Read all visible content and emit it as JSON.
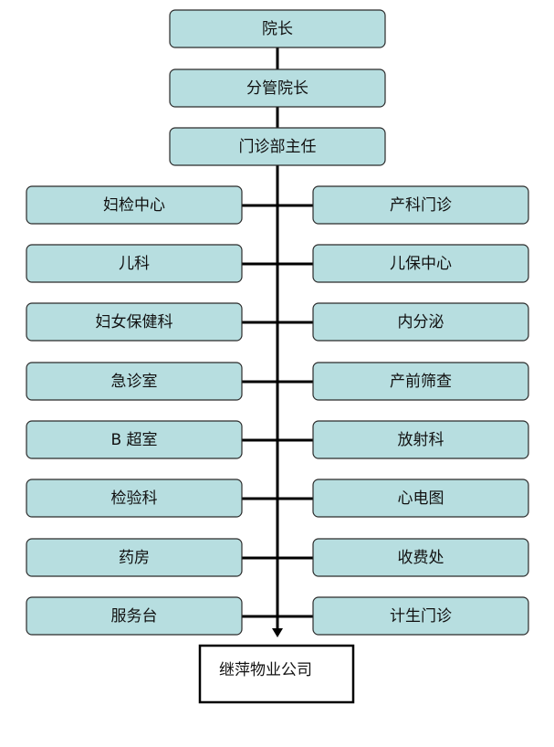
{
  "chain": [
    "院长",
    "分管院长",
    "门诊部主任"
  ],
  "left_departments": [
    "妇检中心",
    "儿科",
    "妇女保健科",
    "急诊室",
    "B 超室",
    "检验科",
    "药房",
    "服务台"
  ],
  "right_departments": [
    "产科门诊",
    "儿保中心",
    "内分泌",
    "产前筛查",
    "放射科",
    "心电图",
    "收费处",
    "计生门诊"
  ],
  "bottom_box": "继萍物业公司",
  "colors": {
    "box_fill": "#b7dee0",
    "box_border": "#2b2b2b",
    "line": "#000000"
  }
}
